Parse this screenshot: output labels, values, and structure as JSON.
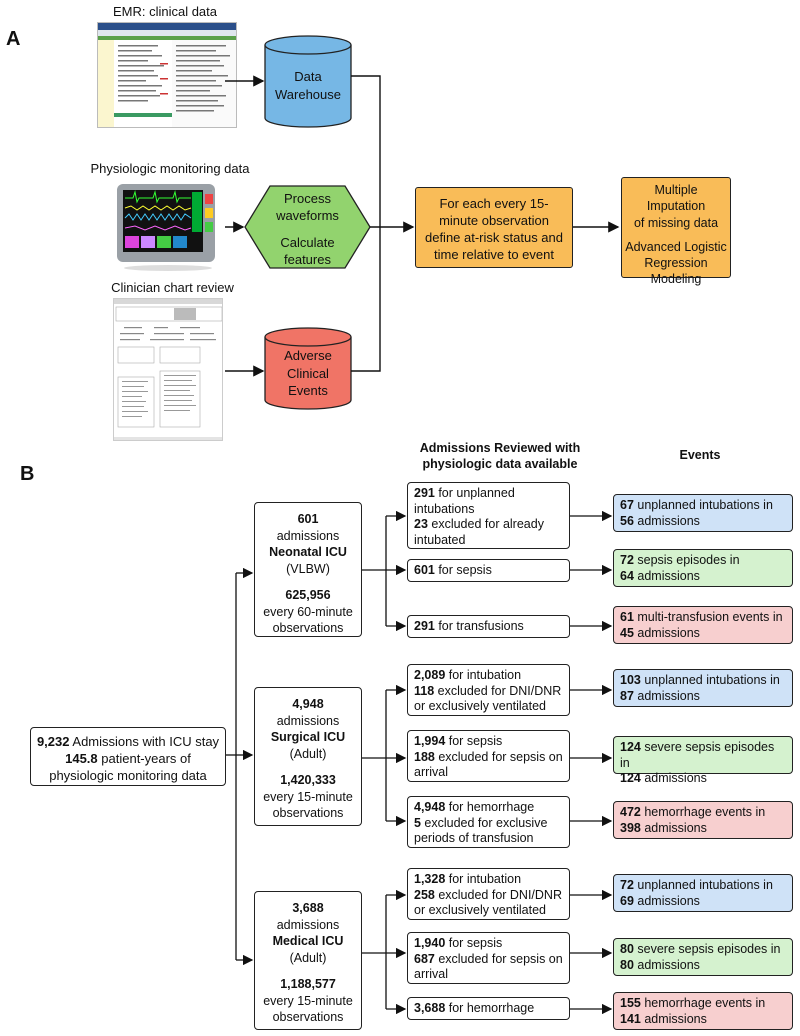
{
  "panel_a": {
    "label": "A",
    "emr_caption": "EMR: clinical data",
    "physio_caption": "Physiologic monitoring data",
    "chart_caption": "Clinician chart review",
    "data_warehouse": [
      "Data",
      "Warehouse"
    ],
    "process": [
      "Process",
      "waveforms",
      "",
      "Calculate",
      "features"
    ],
    "adverse": [
      "Adverse",
      "Clinical",
      "Events"
    ],
    "define_box": "For each every 15-minute observation define at-risk status and time relative to event",
    "model_box": [
      "Multiple Imputation",
      "of missing data",
      "",
      "Advanced Logistic",
      "Regression",
      "Modeling"
    ],
    "colors": {
      "cylinder_blue": "#76b7e5",
      "hexagon_green": "#92d36e",
      "cylinder_red": "#f07466",
      "box_orange": "#f9bc58"
    }
  },
  "panel_b": {
    "label": "B",
    "header_reviewed": [
      "Admissions Reviewed with",
      "physiologic data available"
    ],
    "header_events": "Events",
    "root": {
      "n1": "9,232",
      "t1": " Admissions with ICU stay",
      "n2": "145.8",
      "t2": " patient-years of",
      "t3": "physiologic monitoring data"
    },
    "units": [
      {
        "n": "601",
        "l1": "admissions",
        "name": "Neonatal ICU",
        "sub": "(VLBW)",
        "obs": "625,956",
        "obs_text": "every 60-minute",
        "obs_text2": "observations",
        "reviews": [
          {
            "n1": "291",
            "t1": " for unplanned",
            "t1b": "intubations",
            "n2": "23",
            "t2": " excluded for already",
            "t2b": "intubated"
          },
          {
            "n1": "601",
            "t1": " for sepsis"
          },
          {
            "n1": "291",
            "t1": " for transfusions"
          }
        ],
        "events": [
          {
            "n1": "67",
            "t1": " unplanned intubations in",
            "n2": "56",
            "t2": " admissions",
            "color": "blue"
          },
          {
            "n1": "72",
            "t1": " sepsis episodes in",
            "n2": "64",
            "t2": " admissions",
            "color": "green"
          },
          {
            "n1": "61",
            "t1": " multi-transfusion events in",
            "n2": "45",
            "t2": " admissions",
            "color": "red"
          }
        ]
      },
      {
        "n": "4,948",
        "l1": "admissions",
        "name": "Surgical ICU",
        "sub": "(Adult)",
        "obs": "1,420,333",
        "obs_text": "every 15-minute",
        "obs_text2": "observations",
        "reviews": [
          {
            "n1": "2,089",
            "t1": " for intubation",
            "n2": "118",
            "t2": " excluded for DNI/DNR",
            "t2b": "or exclusively ventilated"
          },
          {
            "n1": "1,994",
            "t1": " for sepsis",
            "n2": "188",
            "t2": " excluded for sepsis on",
            "t2b": "arrival"
          },
          {
            "n1": "4,948",
            "t1": " for hemorrhage",
            "n2": "5",
            "t2": " excluded for exclusive",
            "t2b": "periods of transfusion"
          }
        ],
        "events": [
          {
            "n1": "103",
            "t1": " unplanned intubations in",
            "n2": "87",
            "t2": " admissions",
            "color": "blue"
          },
          {
            "n1": "124",
            "t1": " severe sepsis episodes in",
            "n2": "124",
            "t2": " admissions",
            "color": "green"
          },
          {
            "n1": "472",
            "t1": " hemorrhage events in",
            "n2": "398",
            "t2": " admissions",
            "color": "red"
          }
        ]
      },
      {
        "n": "3,688",
        "l1": "admissions",
        "name": "Medical ICU",
        "sub": "(Adult)",
        "obs": "1,188,577",
        "obs_text": "every 15-minute",
        "obs_text2": "observations",
        "reviews": [
          {
            "n1": "1,328",
            "t1": " for intubation",
            "n2": "258",
            "t2": " excluded for DNI/DNR",
            "t2b": "or exclusively ventilated"
          },
          {
            "n1": "1,940",
            "t1": " for sepsis",
            "n2": "687",
            "t2": " excluded for sepsis on",
            "t2b": "arrival"
          },
          {
            "n1": "3,688",
            "t1": " for hemorrhage"
          }
        ],
        "events": [
          {
            "n1": "72",
            "t1": " unplanned intubations in",
            "n2": "69",
            "t2": " admissions",
            "color": "blue"
          },
          {
            "n1": "80",
            "t1": " severe sepsis episodes in",
            "n2": "80",
            "t2": " admissions",
            "color": "green"
          },
          {
            "n1": "155",
            "t1": " hemorrhage events in",
            "n2": "141",
            "t2": " admissions",
            "color": "red"
          }
        ]
      }
    ]
  }
}
